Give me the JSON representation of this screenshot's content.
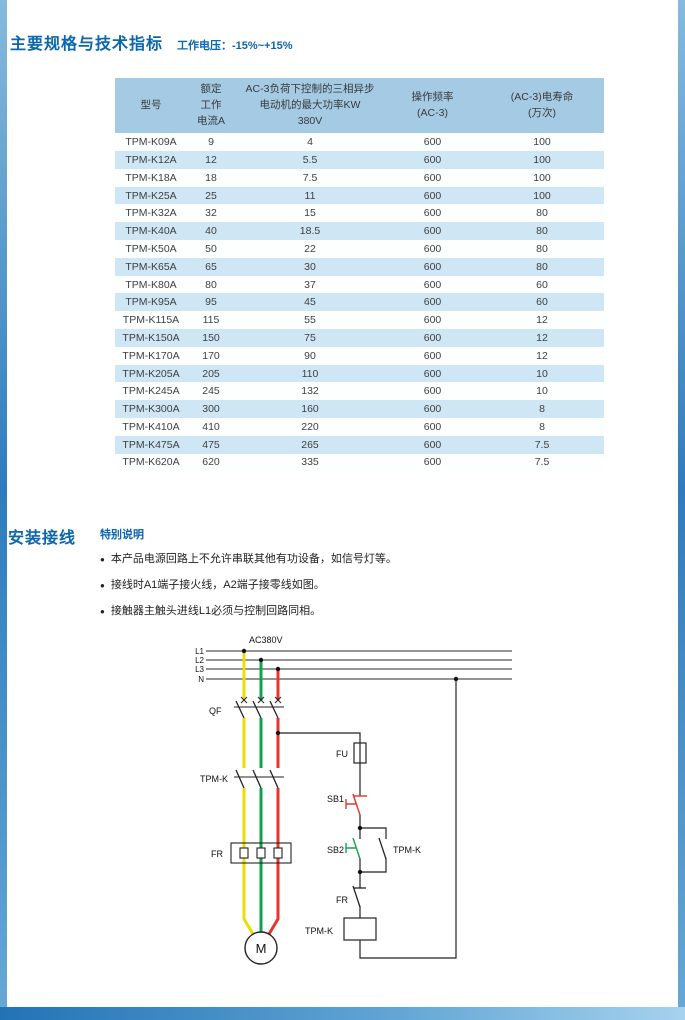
{
  "header": {
    "title": "主要规格与技术指标",
    "subtitle": "工作电压：-15%~+15%"
  },
  "spec_table": {
    "headers": {
      "model": "型号",
      "current": "额定\n工作\n电流A",
      "power": "AC-3负荷下控制的三相异步\n电动机的最大功率KW\n380V",
      "frequency": "操作频率\n(AC-3)",
      "life": "(AC-3)电寿命\n(万次)"
    },
    "rows": [
      [
        "TPM-K09A",
        "9",
        "4",
        "600",
        "100"
      ],
      [
        "TPM-K12A",
        "12",
        "5.5",
        "600",
        "100"
      ],
      [
        "TPM-K18A",
        "18",
        "7.5",
        "600",
        "100"
      ],
      [
        "TPM-K25A",
        "25",
        "11",
        "600",
        "100"
      ],
      [
        "TPM-K32A",
        "32",
        "15",
        "600",
        "80"
      ],
      [
        "TPM-K40A",
        "40",
        "18.5",
        "600",
        "80"
      ],
      [
        "TPM-K50A",
        "50",
        "22",
        "600",
        "80"
      ],
      [
        "TPM-K65A",
        "65",
        "30",
        "600",
        "80"
      ],
      [
        "TPM-K80A",
        "80",
        "37",
        "600",
        "60"
      ],
      [
        "TPM-K95A",
        "95",
        "45",
        "600",
        "60"
      ],
      [
        "TPM-K115A",
        "115",
        "55",
        "600",
        "12"
      ],
      [
        "TPM-K150A",
        "150",
        "75",
        "600",
        "12"
      ],
      [
        "TPM-K170A",
        "170",
        "90",
        "600",
        "12"
      ],
      [
        "TPM-K205A",
        "205",
        "110",
        "600",
        "10"
      ],
      [
        "TPM-K245A",
        "245",
        "132",
        "600",
        "10"
      ],
      [
        "TPM-K300A",
        "300",
        "160",
        "600",
        "8"
      ],
      [
        "TPM-K410A",
        "410",
        "220",
        "600",
        "8"
      ],
      [
        "TPM-K475A",
        "475",
        "265",
        "600",
        "7.5"
      ],
      [
        "TPM-K620A",
        "620",
        "335",
        "600",
        "7.5"
      ]
    ]
  },
  "install": {
    "section_title": "安装接线",
    "notes_title": "特别说明",
    "notes": [
      "本产品电源回路上不允许串联其他有功设备，如信号灯等。",
      "接线时A1端子接火线，A2端子接零线如图。",
      "接触器主触头进线L1必须与控制回路同相。"
    ]
  },
  "diagram": {
    "supply_label": "AC380V",
    "lines": [
      "L1",
      "L2",
      "L3",
      "N"
    ],
    "breaker_label": "QF",
    "main_contact_label": "TPM-K",
    "thermal_relay_label": "FR",
    "fuse_label": "FU",
    "stop_button_label": "SB1",
    "start_button_label": "SB2",
    "aux_contact_label": "TPM-K",
    "overload_contact_label": "FR",
    "coil_label": "TPM-K",
    "motor_label": "M",
    "wire_colors": {
      "l1": "#e9df05",
      "l2": "#14a14c",
      "l3": "#e6352b"
    }
  }
}
